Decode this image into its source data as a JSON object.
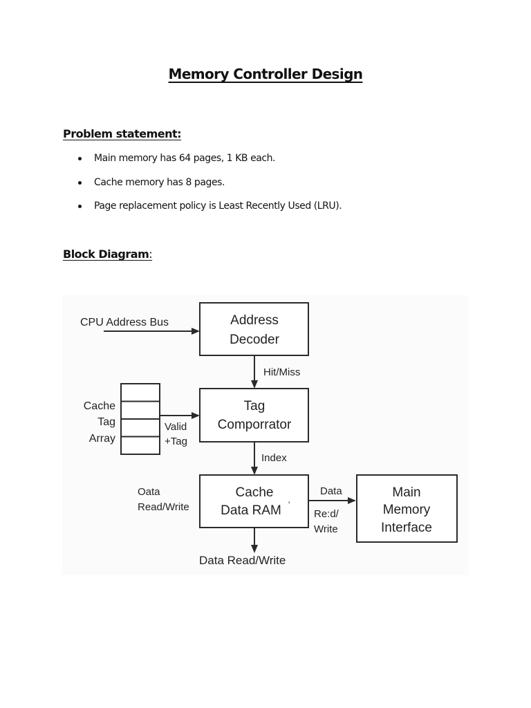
{
  "document": {
    "title": "Memory Controller Design",
    "problem_statement": {
      "heading": "Problem statement:",
      "bullets": [
        "Main memory has 64 pages, 1 KB each.",
        "Cache memory has 8 pages.",
        "Page replacement policy is Least Recently Used (LRU)."
      ]
    },
    "block_diagram": {
      "heading": "Block Diagram",
      "heading_suffix": ":"
    }
  },
  "diagram": {
    "blocks": {
      "address_decoder": [
        "Address",
        "Decoder"
      ],
      "tag_comparator": [
        "Tag",
        "Comporrator"
      ],
      "cache_data_ram": [
        "Cache",
        "Data RAM"
      ],
      "main_memory_interface": [
        "Main",
        "Memory",
        "Interface"
      ]
    },
    "cache_tag_array": {
      "label": [
        "Cache",
        "Tag",
        "Array"
      ],
      "rows": 4
    },
    "signals": {
      "cpu_address_bus": "CPU Address Bus",
      "hit_miss": "Hit/Miss",
      "valid_tag": [
        "Valid",
        "+Tag"
      ],
      "index": "Index",
      "left_data_rw": [
        "Oata",
        "Read/Write"
      ],
      "ram_mark": "'",
      "to_main_top": "Data",
      "to_main_bottom": [
        "Re:d/",
        "Write"
      ],
      "bottom_data_rw": "Data Read/Write"
    }
  }
}
